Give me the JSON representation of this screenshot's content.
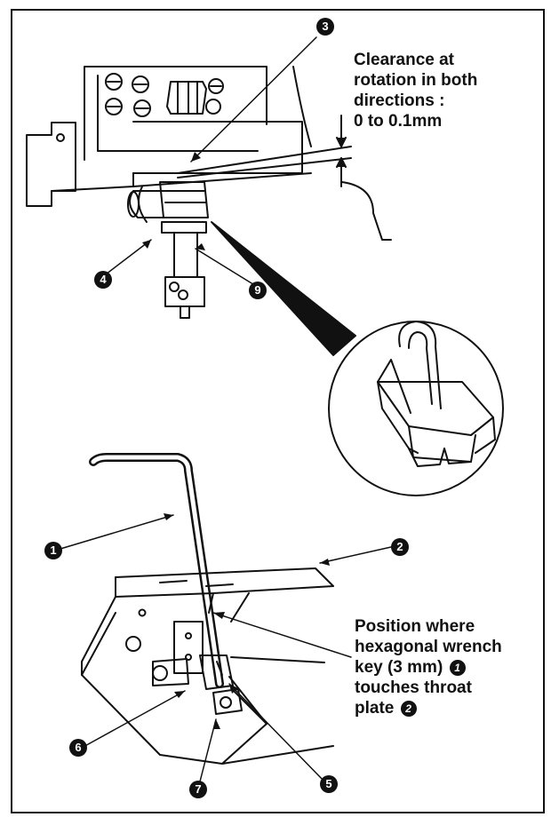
{
  "notes": {
    "clearance": [
      "Clearance at",
      "rotation in both",
      "directions :",
      "0 to 0.1mm"
    ],
    "position": {
      "line1": "Position where",
      "line2": "hexagonal wrench",
      "line3_text": "key (3 mm) ",
      "line3_mark": "1",
      "line4": "touches throat",
      "line5_text": "plate ",
      "line5_mark": "2"
    }
  },
  "callouts": {
    "c1": "1",
    "c2": "2",
    "c3": "3",
    "c4": "4",
    "c5": "5",
    "c6": "6",
    "c7": "7",
    "c9": "9"
  },
  "colors": {
    "ink": "#111111",
    "paper": "#ffffff",
    "callout_fill": "#111111",
    "callout_text": "#ffffff"
  }
}
